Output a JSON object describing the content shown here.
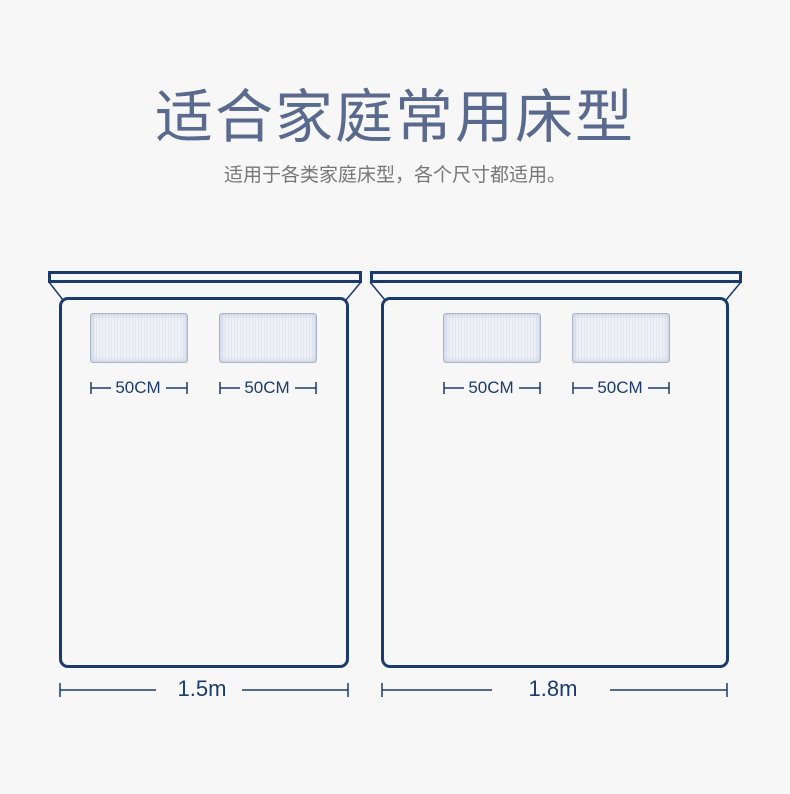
{
  "title": "适合家庭常用床型",
  "subtitle": "适用于各类家庭床型，各个尺寸都适用。",
  "beds": [
    {
      "width_label": "1.5m",
      "pillows": [
        {
          "label": "50CM"
        },
        {
          "label": "50CM"
        }
      ]
    },
    {
      "width_label": "1.8m",
      "pillows": [
        {
          "label": "50CM"
        },
        {
          "label": "50CM"
        }
      ]
    }
  ],
  "colors": {
    "title": "#5a6a8e",
    "line": "#1b3b6f",
    "background": "#f7f7f7"
  }
}
